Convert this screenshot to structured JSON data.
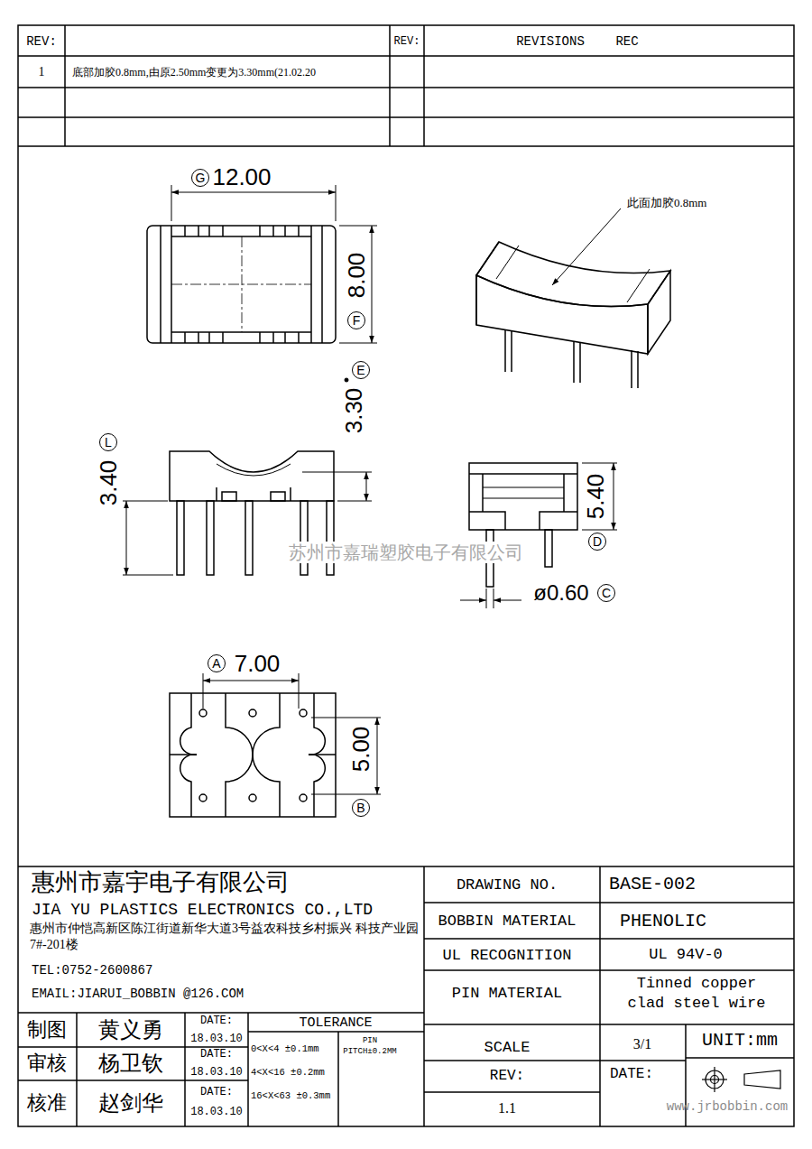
{
  "diagram": {
    "nodes": [
      {
        "text": [
          "G"
        ]
      },
      {
        "text": [
          "F"
        ]
      },
      {
        "text": [
          "E"
        ]
      },
      {
        "text": [
          "L"
        ]
      },
      {
        "text": [
          "D"
        ]
      },
      {
        "text": [
          "C"
        ]
      },
      {
        "text": [
          "A"
        ]
      },
      {
        "text": [
          "B"
        ]
      }
    ],
    "labels": [
      "REV:",
      "REV:",
      "REVISIONS",
      "REC",
      "1",
      "底部加胶0.8mm,由原2.50mm变更为3.30mm(21.02.20",
      "12.00",
      "8.00",
      "3.30",
      "3.40",
      "5.40",
      "ø0.60",
      "7.00",
      "5.00",
      "此面加胶0.8mm",
      "苏州市嘉瑞塑胶电子有限公司",
      "惠州市嘉宇电子有限公司",
      "JIA YU PLASTICS ELECTRONICS CO.,LTD",
      "惠州市仲恺高新区陈江街道新华大道3号益农科技乡村振兴 科技产业园7#-201楼",
      "TEL:0752-2600867",
      "EMAIL:JIARUI_BOBBIN @126.COM",
      "制图",
      "黄义勇",
      "DATE:",
      "18.03.10",
      "审核",
      "杨卫钦",
      "DATE:",
      "18.03.10",
      "核准",
      "赵剑华",
      "DATE:",
      "18.03.10",
      "TOLERANCE",
      "0<X<4 ±0.1mm",
      "4<X<16 ±0.2mm",
      "16<X<63 ±0.3mm",
      "PIN PITCH±0.2MM",
      "DRAWING NO.",
      "BASE-002",
      "BOBBIN MATERIAL",
      "PHENOLIC",
      "UL RECOGNITION",
      "UL 94V-0",
      "PIN MATERIAL",
      "Tinned copper clad steel wire",
      "SCALE",
      "3/1",
      "UNIT:mm",
      "REV:",
      "1.1",
      "DATE:",
      "www.jrbobbin.com"
    ]
  }
}
